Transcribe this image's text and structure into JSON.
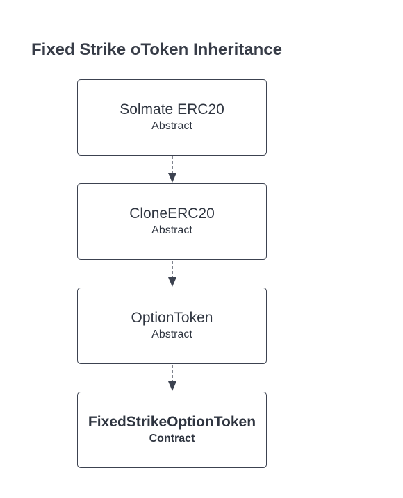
{
  "title": "Fixed Strike oToken Inheritance",
  "nodes": [
    {
      "name": "Solmate ERC20",
      "kind": "Abstract"
    },
    {
      "name": "CloneERC20",
      "kind": "Abstract"
    },
    {
      "name": "OptionToken",
      "kind": "Abstract"
    },
    {
      "name": "FixedStrikeOptionToken",
      "kind": "Contract"
    }
  ],
  "edges": [
    {
      "from": "Solmate ERC20",
      "to": "CloneERC20",
      "style": "dashed"
    },
    {
      "from": "CloneERC20",
      "to": "OptionToken",
      "style": "dashed"
    },
    {
      "from": "OptionToken",
      "to": "FixedStrikeOptionToken",
      "style": "dashed"
    }
  ],
  "colors": {
    "stroke": "#3c4250",
    "text": "#2f3540"
  }
}
